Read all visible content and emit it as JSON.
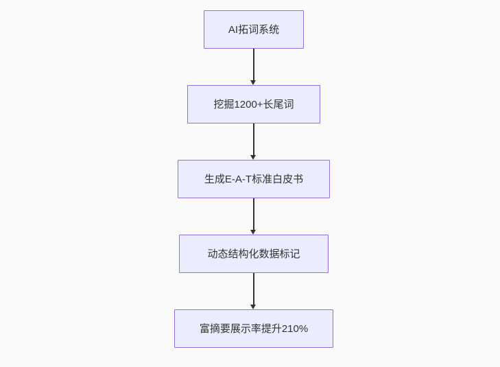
{
  "diagram": {
    "type": "flowchart",
    "direction": "top-down",
    "nodes": [
      {
        "id": "step-1",
        "label": "AI拓词系统"
      },
      {
        "id": "step-2",
        "label": "挖掘1200+长尾词"
      },
      {
        "id": "step-3",
        "label": "生成E-A-T标准白皮书"
      },
      {
        "id": "step-4",
        "label": "动态结构化数据标记"
      },
      {
        "id": "step-5",
        "label": "富摘要展示率提升210%"
      }
    ],
    "edges": [
      {
        "from": "step-1",
        "to": "step-2",
        "style": "arrow-down"
      },
      {
        "from": "step-2",
        "to": "step-3",
        "style": "arrow-down"
      },
      {
        "from": "step-3",
        "to": "step-4",
        "style": "arrow-down"
      },
      {
        "from": "step-4",
        "to": "step-5",
        "style": "arrow-down"
      }
    ],
    "colors": {
      "node_fill": "#ECECFF",
      "node_border": "#9370DB",
      "node_text": "#333333",
      "arrow": "#333333",
      "background": "#fafafa"
    }
  }
}
